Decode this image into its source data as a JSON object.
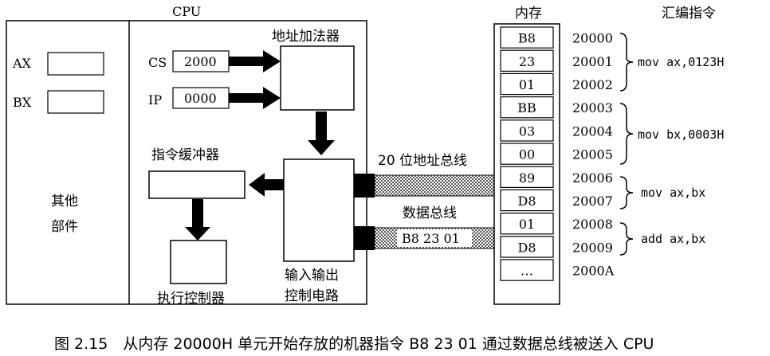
{
  "cpu": {
    "title": "CPU",
    "registers": [
      {
        "name": "AX",
        "value": ""
      },
      {
        "name": "BX",
        "value": ""
      }
    ],
    "other_parts": [
      "其他",
      "部件"
    ],
    "cs": {
      "name": "CS",
      "value": "2000"
    },
    "ip": {
      "name": "IP",
      "value": "0000"
    },
    "address_adder": "地址加法器",
    "instruction_buffer": "指令缓冲器",
    "execution_controller": "执行控制器",
    "io_circuit": [
      "输入输出",
      "控制电路"
    ]
  },
  "buses": {
    "address_bus": "20 位地址总线",
    "data_bus": "数据总线",
    "data_on_bus": "B8 23 01"
  },
  "memory": {
    "title": "内存",
    "asm_title": "汇编指令",
    "cells": [
      "B8",
      "23",
      "01",
      "BB",
      "03",
      "00",
      "89",
      "D8",
      "01",
      "D8",
      "…"
    ],
    "addresses": [
      "20000",
      "20001",
      "20002",
      "20003",
      "20004",
      "20005",
      "20006",
      "20007",
      "20008",
      "20009",
      "2000A"
    ],
    "instructions": [
      "mov ax,0123H",
      "mov bx,0003H",
      "mov ax,bx",
      "add ax,bx"
    ]
  },
  "caption": "图 2.15　从内存 20000H 单元开始存放的机器指令 B8 23 01 通过数据总线被送入 CPU"
}
